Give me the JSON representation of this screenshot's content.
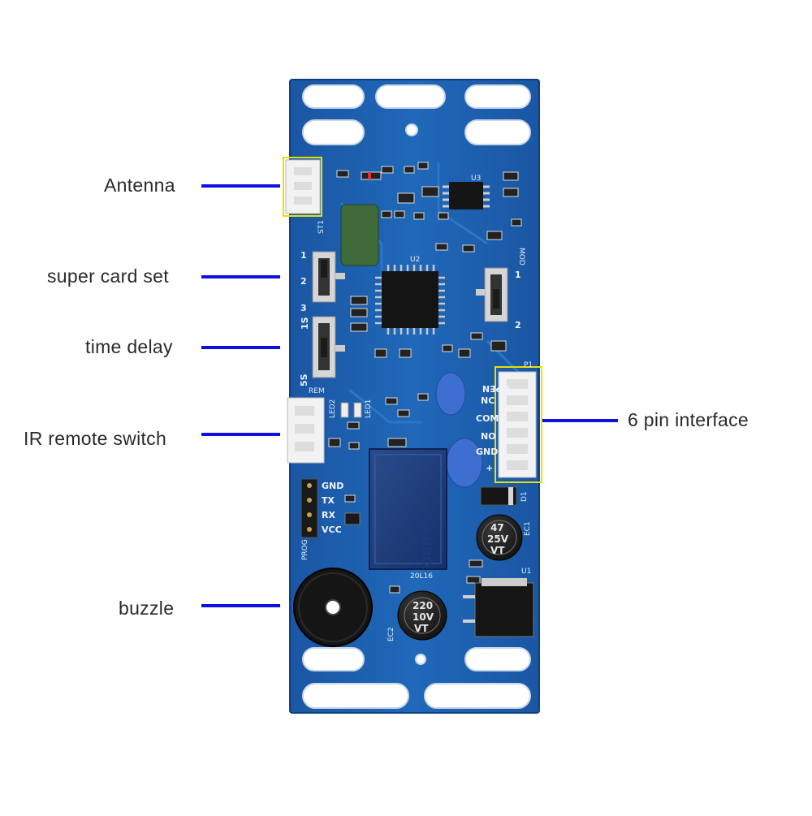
{
  "labels": {
    "antenna": "Antenna",
    "super_card_set": "super card set",
    "time_delay": "time delay",
    "ir_remote_switch": "IR remote switch",
    "buzzle": "buzzle",
    "six_pin_interface": "6 pin interface"
  },
  "silkscreen": {
    "st1": "ST1",
    "mod": "MOD",
    "sw_left_1": "1",
    "sw_left_2": "2",
    "sw_left_3": "3",
    "sw_1s": "1S",
    "sw_5s": "5S",
    "sw_right_1": "1",
    "sw_right_2": "2",
    "pins": [
      "OPEN",
      "NC",
      "COM",
      "NO",
      "GND",
      "+"
    ],
    "prog_pins": [
      "GND",
      "TX",
      "RX",
      "VCC"
    ],
    "prog": "PROG",
    "led2": "LED2",
    "led1": "LED1",
    "u3": "U3",
    "u2": "U2",
    "p1": "P1",
    "d1": "D1",
    "ec1": "EC1",
    "ec2": "EC2",
    "u1": "U1",
    "rem": "REM",
    "relay_code": "20L16"
  },
  "components": {
    "cap_small": "47\n25V\nVT",
    "cap_large": "220\n10V\nVT",
    "relay_brand": "TIANBO"
  },
  "colors": {
    "pcb": "#1f63b4",
    "pcb_dark": "#1a4f95",
    "callout": "#1010e0",
    "connector_outline": "#e8e000"
  }
}
